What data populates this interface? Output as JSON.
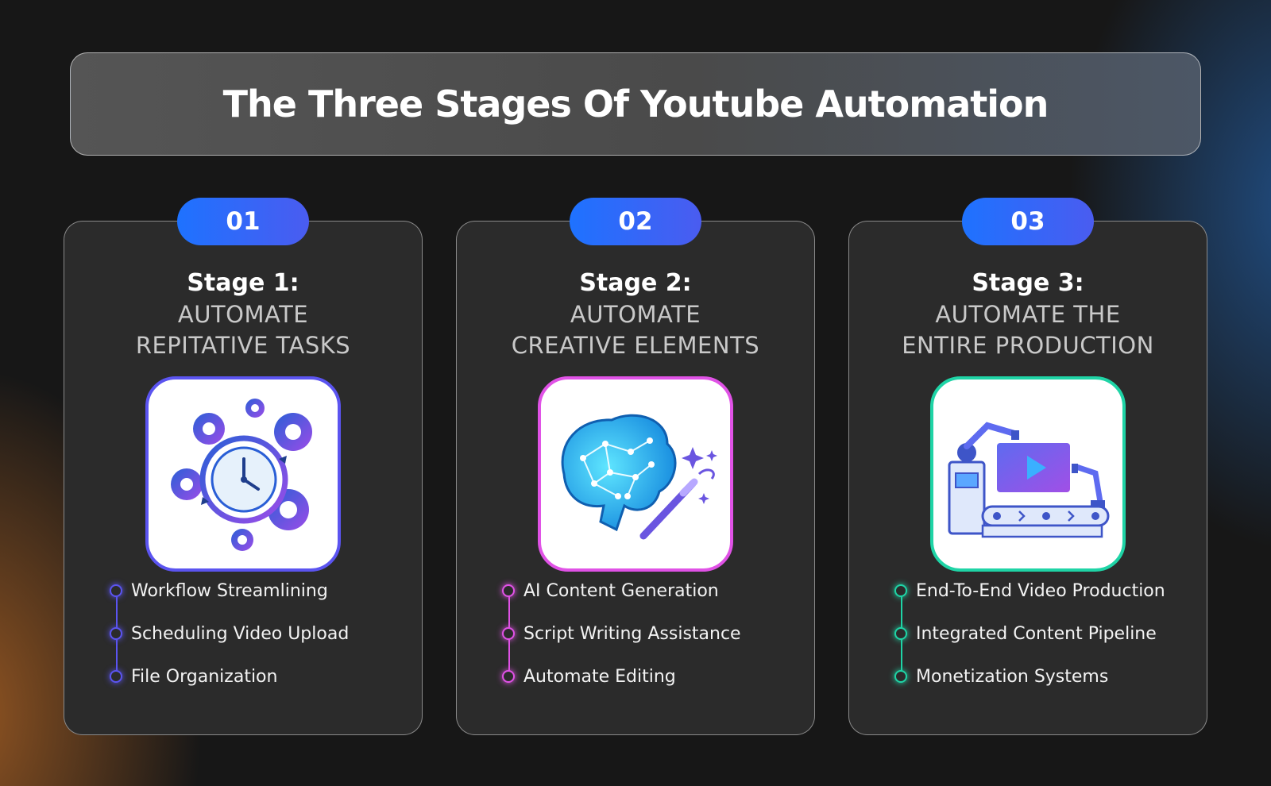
{
  "page": {
    "title": "The Three Stages Of Youtube Automation"
  },
  "stages": [
    {
      "number": "01",
      "title": "Stage 1:",
      "subtitle_line1": "AUTOMATE",
      "subtitle_line2": "REPITATIVE TASKS",
      "icon": "gears-clock-icon",
      "accent": "#5b54f0",
      "features": [
        "Workflow Streamlining",
        "Scheduling Video Upload",
        "File Organization"
      ]
    },
    {
      "number": "02",
      "title": "Stage 2:",
      "subtitle_line1": "AUTOMATE",
      "subtitle_line2": "CREATIVE ELEMENTS",
      "icon": "ai-brain-magic-wand-icon",
      "accent": "#e052e6",
      "features": [
        "AI Content Generation",
        "Script Writing Assistance",
        "Automate Editing"
      ]
    },
    {
      "number": "03",
      "title": "Stage 3:",
      "subtitle_line1": "AUTOMATE THE",
      "subtitle_line2": "ENTIRE PRODUCTION",
      "icon": "robotic-video-production-line-icon",
      "accent": "#1fd4a6",
      "features": [
        "End-To-End Video Production",
        "Integrated Content Pipeline",
        "Monetization Systems"
      ]
    }
  ],
  "colors": {
    "badge_start": "#1e72ff",
    "badge_end": "#4a5cf0",
    "card_bg": "#2b2b2b",
    "page_bg": "#171717"
  }
}
